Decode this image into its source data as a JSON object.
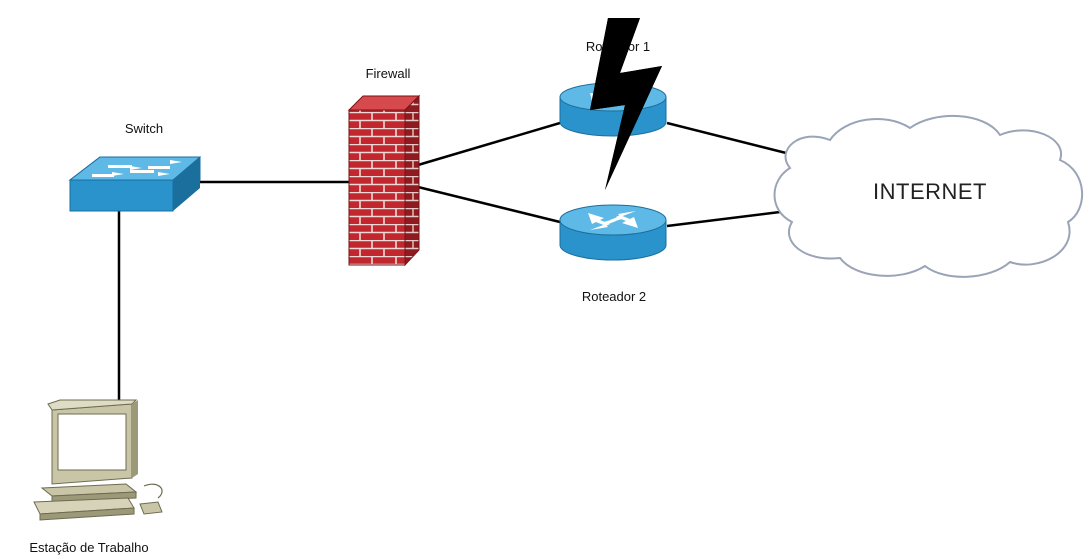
{
  "labels": {
    "switch": "Switch",
    "firewall": "Firewall",
    "router1": "Roteador 1",
    "router2": "Roteador 2",
    "internet": "INTERNET",
    "workstation": "Estação de Trabalho"
  },
  "colors": {
    "link": "#000000",
    "device_blue": "#2a93cc",
    "device_blue_light": "#5fb9e6",
    "device_blue_dark": "#1b6f9c",
    "brick": "#c0282d",
    "mortar": "#f2d8d8",
    "cloud_stroke": "#9aa4b8",
    "pc_body": "#c9c6a8",
    "lightning": "#000000"
  },
  "icons": {
    "switch": "switch-icon",
    "firewall": "firewall-brick-icon",
    "router": "router-icon",
    "cloud": "cloud-icon",
    "workstation": "computer-icon",
    "fault": "lightning-bolt-icon"
  }
}
